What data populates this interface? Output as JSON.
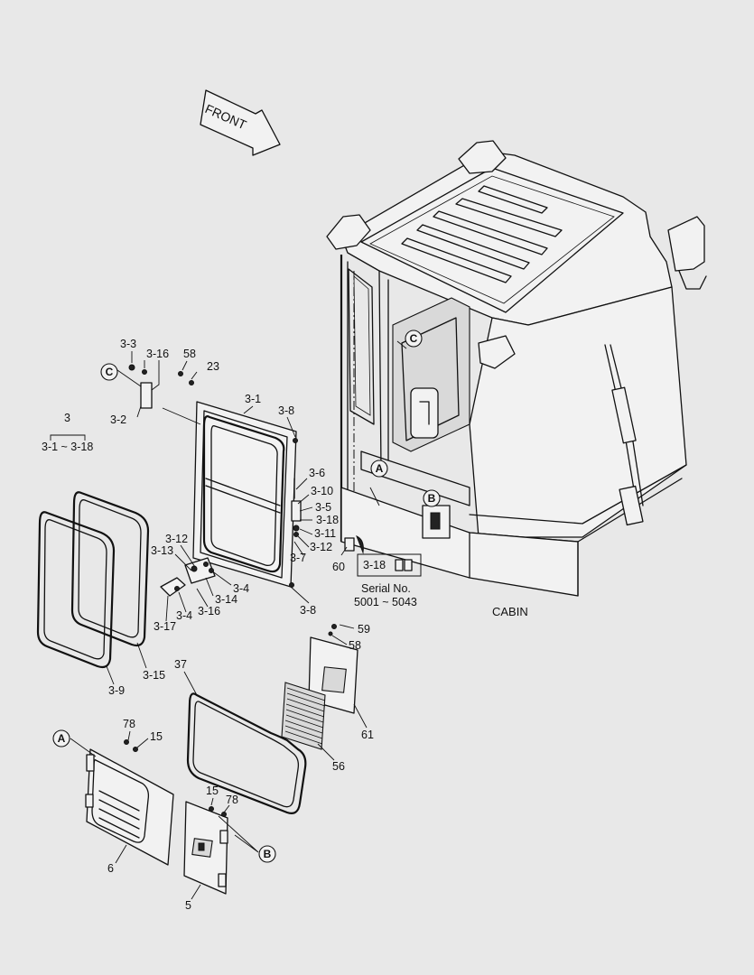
{
  "title": "CABIN",
  "direction_arrow": "FRONT",
  "group": {
    "number": "3",
    "range": "3-1 ~ 3-18"
  },
  "serial_note": {
    "part": "3-18",
    "line1": "Serial No.",
    "line2": "5001 ~ 5043"
  },
  "callouts": [
    "A",
    "B",
    "C"
  ],
  "part_labels": {
    "p3_3": "3-3",
    "p3_16a": "3-16",
    "p58a": "58",
    "p23": "23",
    "p3_2": "3-2",
    "p3_1": "3-1",
    "p3_8a": "3-8",
    "p3_6": "3-6",
    "p3_10": "3-10",
    "p3_5": "3-5",
    "p3_18": "3-18",
    "p3_11": "3-11",
    "p3_7": "3-7",
    "p3_12a": "3-12",
    "p60": "60",
    "p3_12b": "3-12",
    "p3_13": "3-13",
    "p3_4a": "3-4",
    "p3_14": "3-14",
    "p3_16b": "3-16",
    "p3_4b": "3-4",
    "p3_17": "3-17",
    "p3_8b": "3-8",
    "p3_9": "3-9",
    "p3_15": "3-15",
    "p59": "59",
    "p58b": "58",
    "p61": "61",
    "p37": "37",
    "p56": "56",
    "p78a": "78",
    "p15a": "15",
    "p6": "6",
    "p15b": "15",
    "p78b": "78",
    "p5": "5"
  }
}
